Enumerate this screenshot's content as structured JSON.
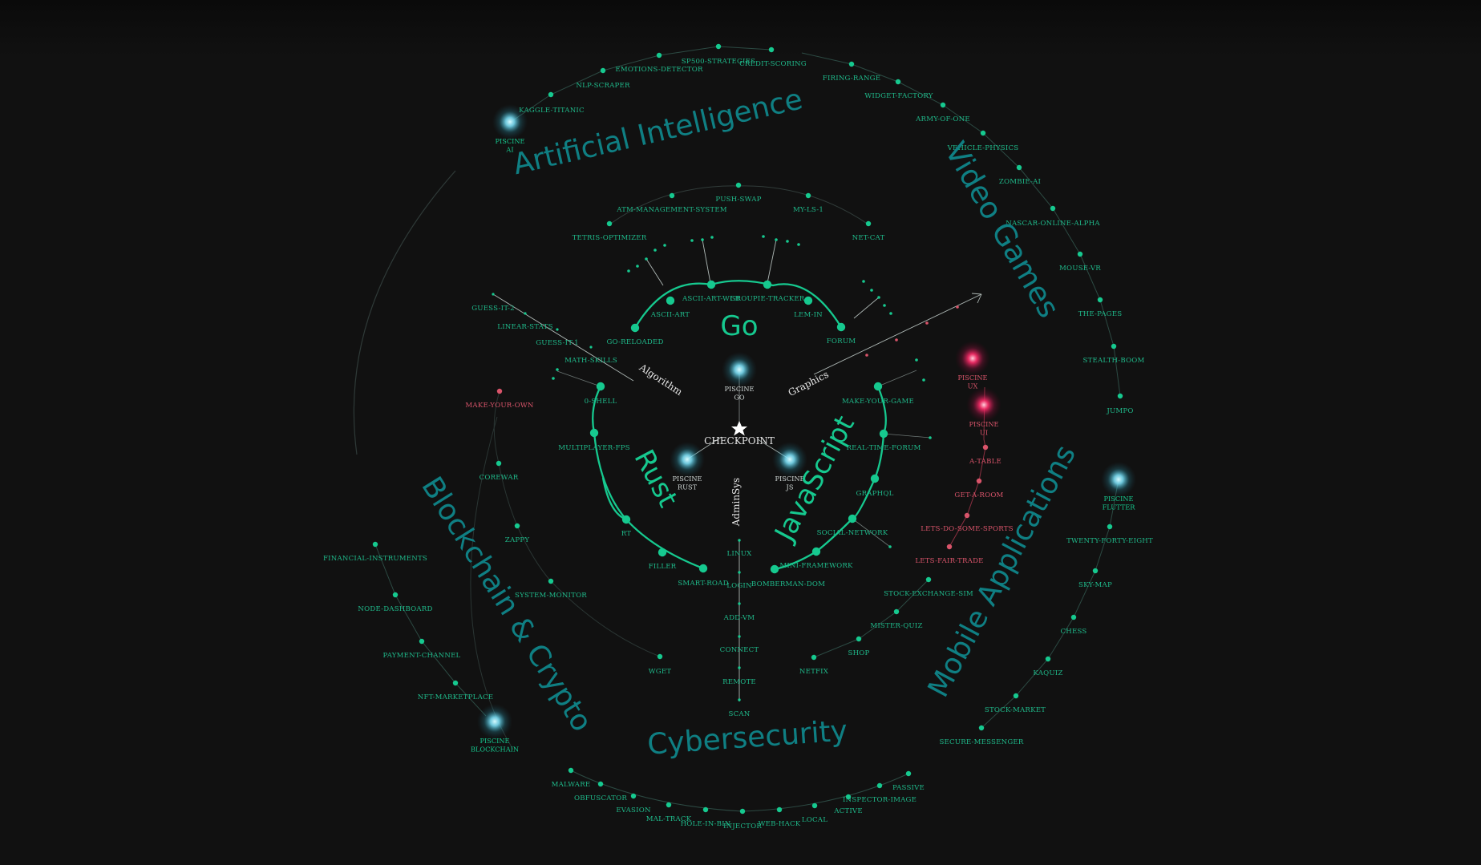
{
  "center": {
    "label": "CHECKPOINT"
  },
  "colors": {
    "background": "#111111",
    "node": "#16c98f",
    "category": "#0f7f83",
    "red": "#d9546a",
    "glow_blue": "#7fe7ff",
    "glow_red": "#ff2d6b",
    "axis": "#e6e6e6"
  },
  "axes": [
    {
      "id": "algorithm",
      "label": "Algorithm"
    },
    {
      "id": "graphics",
      "label": "Graphics"
    },
    {
      "id": "adminsys",
      "label": "AdminSys"
    }
  ],
  "branches": [
    {
      "id": "go",
      "label": "Go"
    },
    {
      "id": "rust",
      "label": "Rust"
    },
    {
      "id": "js",
      "label": "JavaScript"
    }
  ],
  "categories": [
    {
      "id": "ai",
      "label": "Artificial Intelligence"
    },
    {
      "id": "games",
      "label": "Video Games"
    },
    {
      "id": "mobile",
      "label": "Mobile Applications"
    },
    {
      "id": "cyber",
      "label": "Cybersecurity"
    },
    {
      "id": "blockchain",
      "label": "Blockchain & Crypto"
    }
  ],
  "piscines": [
    {
      "id": "go",
      "lines": [
        "PISCINE",
        "GO"
      ],
      "color": "blue"
    },
    {
      "id": "rust",
      "lines": [
        "PISCINE",
        "RUST"
      ],
      "color": "blue"
    },
    {
      "id": "js",
      "lines": [
        "PISCINE",
        "JS"
      ],
      "color": "blue"
    },
    {
      "id": "ai",
      "lines": [
        "PISCINE",
        "AI"
      ],
      "color": "blue"
    },
    {
      "id": "ux",
      "lines": [
        "PISCINE",
        "UX"
      ],
      "color": "red"
    },
    {
      "id": "ui",
      "lines": [
        "PISCINE",
        "UI"
      ],
      "color": "red"
    },
    {
      "id": "flutter",
      "lines": [
        "PISCINE",
        "FLUTTER"
      ],
      "color": "blue"
    },
    {
      "id": "blockchain",
      "lines": [
        "PISCINE",
        "BLOCKCHAIN"
      ],
      "color": "blue"
    }
  ],
  "nodes": {
    "go": [
      "GO-RELOADED",
      "ASCII-ART",
      "ASCII-ART-WEB",
      "GROUPIE-TRACKER",
      "LEM-IN",
      "FORUM"
    ],
    "go_outer": [
      "TETRIS-OPTIMIZER",
      "ATM-MANAGEMENT-SYSTEM",
      "PUSH-SWAP",
      "MY-LS-1",
      "NET-CAT"
    ],
    "rust": [
      "0-SHELL",
      "MULTIPLAYER-FPS",
      "RT",
      "FILLER",
      "SMART-ROAD"
    ],
    "js": [
      "MAKE-YOUR-GAME",
      "REAL-TIME-FORUM",
      "GRAPHQL",
      "SOCIAL-NETWORK",
      "MINI-FRAMEWORK",
      "BOMBERMAN-DOM"
    ],
    "algorithm": [
      "GUESS-IT-2",
      "LINEAR-STATS",
      "GUESS-IT-1",
      "MATH-SKILLS"
    ],
    "adminsys": [
      "LINUX",
      "LOGIN",
      "ADD-VM",
      "CONNECT",
      "REMOTE",
      "SCAN"
    ],
    "ai": [
      "KAGGLE-TITANIC",
      "NLP-SCRAPER",
      "EMOTIONS-DETECTOR",
      "SP500-STRATEGIES",
      "CREDIT-SCORING"
    ],
    "games": [
      "FIRING-RANGE",
      "WIDGET-FACTORY",
      "ARMY-OF-ONE",
      "VEHICLE-PHYSICS",
      "ZOMBIE-AI",
      "NASCAR-ONLINE-ALPHA",
      "MOUSE-VR",
      "THE-PAGES",
      "STEALTH-BOOM",
      "JUMPO"
    ],
    "ux_ui": [
      "A-TABLE",
      "GET-A-ROOM",
      "LETS-DO-SOME-SPORTS",
      "LETS-FAIR-TRADE"
    ],
    "mobile": [
      "TWENTY-FORTY-EIGHT",
      "SKY-MAP",
      "CHESS",
      "KAQUIZ",
      "STOCK-MARKET",
      "SECURE-MESSENGER"
    ],
    "js_outer": [
      "STOCK-EXCHANGE-SIM",
      "MISTER-QUIZ",
      "SHOP",
      "NETFIX"
    ],
    "rust_outer": [
      "MAKE-YOUR-OWN",
      "COREWAR",
      "ZAPPY",
      "SYSTEM-MONITOR",
      "WGET"
    ],
    "blockchain": [
      "FINANCIAL-INSTRUMENTS",
      "NODE-DASHBOARD",
      "PAYMENT-CHANNEL",
      "NFT-MARKETPLACE"
    ],
    "cyber": [
      "MALWARE",
      "OBFUSCATOR",
      "EVASION",
      "MAL-TRACK",
      "HOLE-IN-BIN",
      "INJECTOR",
      "WEB-HACK",
      "LOCAL",
      "ACTIVE",
      "INSPECTOR-IMAGE",
      "PASSIVE"
    ]
  }
}
